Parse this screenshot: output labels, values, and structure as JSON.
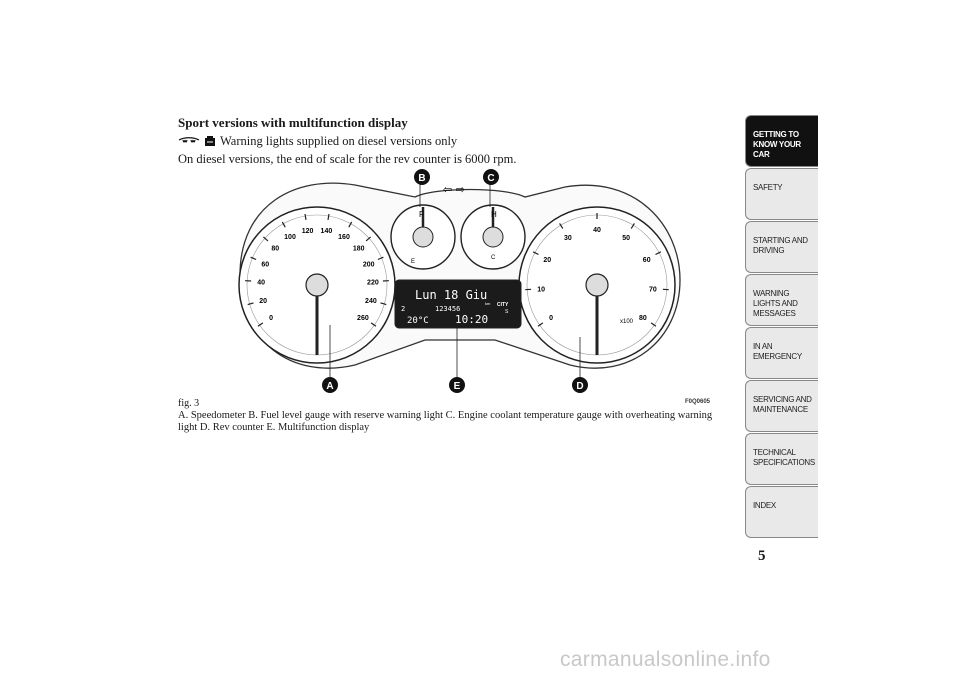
{
  "section": {
    "heading": "Sport versions with multifunction display",
    "warning_note": "Warning lights supplied on diesel versions only",
    "diesel_note": "On diesel versions, the end of scale for the rev counter is 6000 rpm."
  },
  "figure": {
    "label": "fig. 3",
    "code": "F0Q0605",
    "caption": "A. Speedometer B. Fuel level gauge with reserve warning light C. Engine coolant temperature gauge with overheating warning light D. Rev counter E. Multifunction display",
    "callouts": [
      "A",
      "B",
      "C",
      "D",
      "E"
    ],
    "speedometer_ticks": [
      "0",
      "20",
      "40",
      "60",
      "80",
      "100",
      "120",
      "140",
      "160",
      "180",
      "200",
      "220",
      "240",
      "260"
    ],
    "rev_ticks": [
      "0",
      "10",
      "20",
      "30",
      "40",
      "50",
      "60",
      "70",
      "80"
    ],
    "rev_unit": "x100",
    "fuel_labels": [
      "F",
      "E"
    ],
    "temp_labels": [
      "H",
      "C"
    ],
    "display": {
      "day": "Lun 18 Giu",
      "trip": "2",
      "odometer": "123456",
      "odo_unit": "km",
      "mode": "CITY",
      "mode_sub": "S",
      "temperature": "20°C",
      "time": "10:20"
    }
  },
  "sidebar": {
    "items": [
      {
        "label": "GETTING TO KNOW YOUR CAR",
        "active": true
      },
      {
        "label": "SAFETY",
        "active": false
      },
      {
        "label": "STARTING AND DRIVING",
        "active": false
      },
      {
        "label": "WARNING LIGHTS AND MESSAGES",
        "active": false
      },
      {
        "label": "IN AN EMERGENCY",
        "active": false
      },
      {
        "label": "SERVICING AND MAINTENANCE",
        "active": false
      },
      {
        "label": "TECHNICAL SPECIFICATIONS",
        "active": false
      },
      {
        "label": "INDEX",
        "active": false
      }
    ]
  },
  "page_number": "5",
  "watermark": "carmanualsonline.info"
}
